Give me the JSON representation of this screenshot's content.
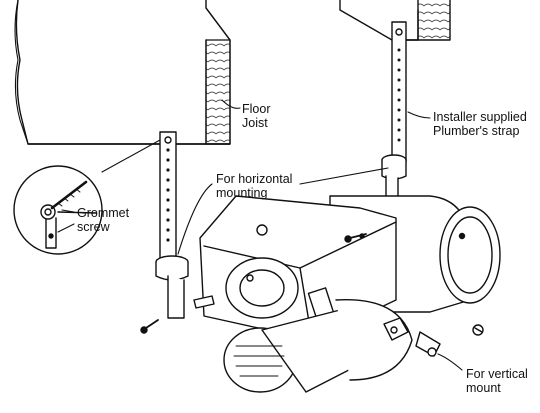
{
  "labels": {
    "floor_joist": [
      "Floor",
      "Joist"
    ],
    "installer_strap": [
      "Installer supplied",
      "Plumber's strap"
    ],
    "horizontal_mounting": [
      "For horizontal",
      "mounting"
    ],
    "grommet_screw": [
      "Grommet",
      "screw"
    ],
    "vertical_mount": [
      "For vertical",
      "mount"
    ]
  },
  "colors": {
    "ink": "#111111",
    "paper": "#ffffff"
  }
}
